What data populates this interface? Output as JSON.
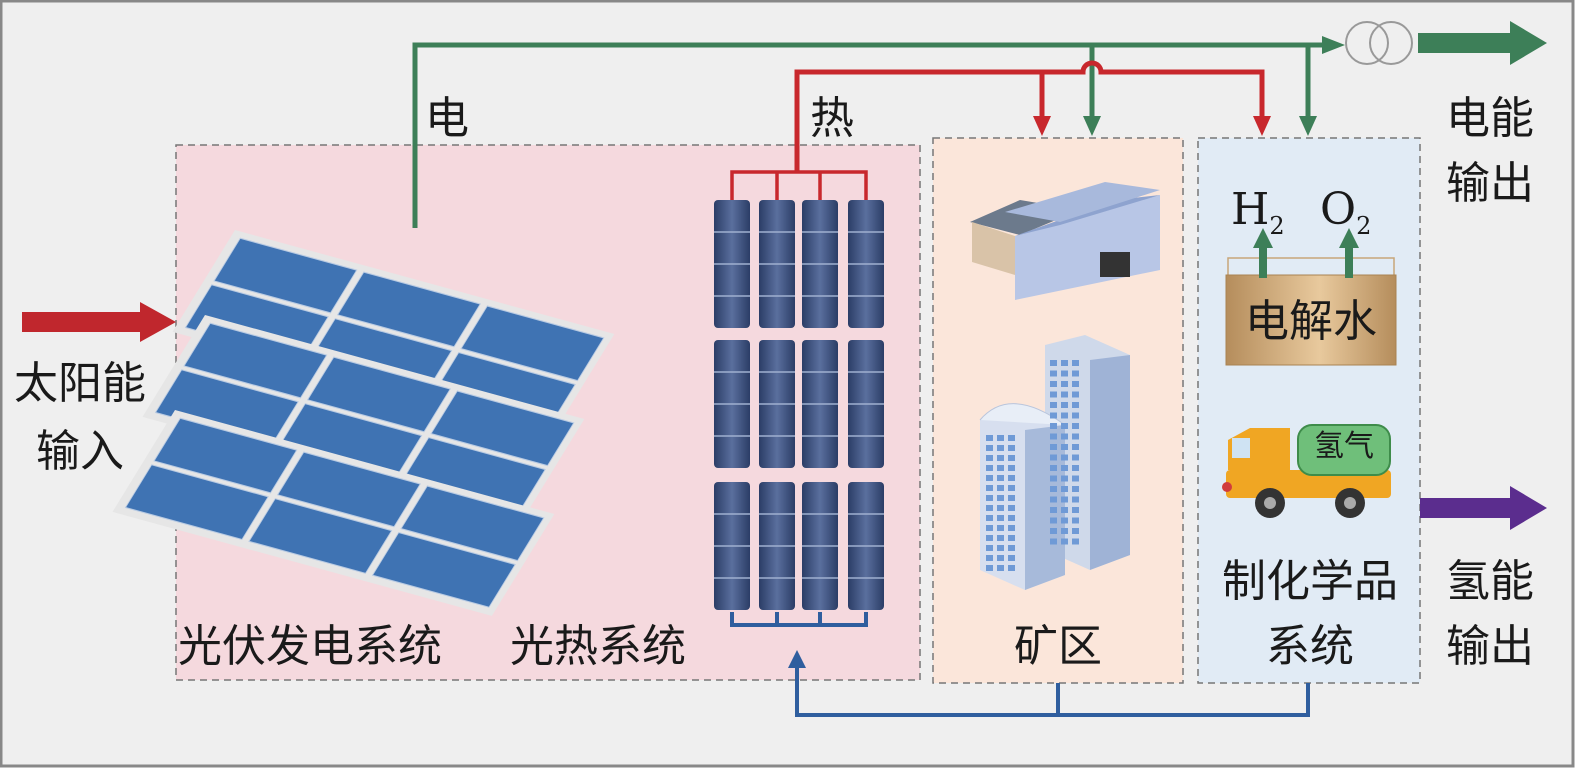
{
  "input": {
    "line1": "太阳能",
    "line2": "输入",
    "color": "#c0272d"
  },
  "flows": {
    "electric": "电",
    "heat": "热",
    "electric_color": "#3d7f58",
    "heat_color": "#c8282d",
    "return_color": "#2f5e9e"
  },
  "pv_system": {
    "label": "光伏发电系统"
  },
  "thermal_system": {
    "label": "光热系统"
  },
  "mine": {
    "label": "矿区"
  },
  "chem": {
    "electrolysis": "电解水",
    "h2": "H",
    "o2": "O",
    "sub": "2",
    "truck_label": "氢气",
    "line1": "制化学品",
    "line2": "系统"
  },
  "outputs": {
    "electric": {
      "line1": "电能",
      "line2": "输出",
      "color": "#3d7f58"
    },
    "hydrogen": {
      "line1": "氢能",
      "line2": "输出",
      "color": "#5b2d8e"
    }
  }
}
